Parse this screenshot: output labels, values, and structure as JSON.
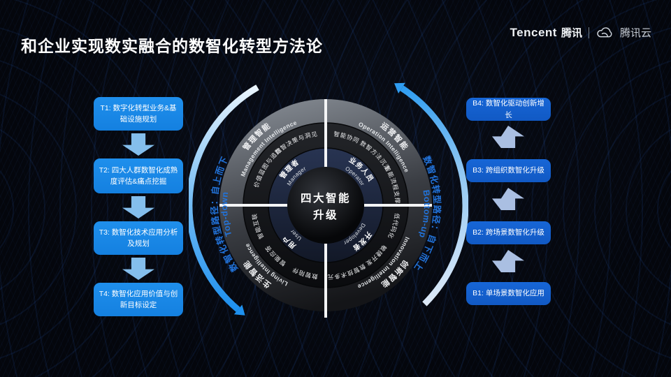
{
  "header": {
    "title": "和企业实现数实融合的数智化转型方法论",
    "logo": {
      "brand_en": "Tencent",
      "brand_zh": "腾讯",
      "cloud_product": "腾讯云"
    }
  },
  "left_flow": {
    "route_zh": "数智化转型路径：自上而下",
    "route_en": "Top-down",
    "steps": [
      "T1: 数字化转型业务&基础设施规划",
      "T2: 四大人群数智化成熟度评估&痛点挖掘",
      "T3: 数智化技术应用分析及规划",
      "T4: 数智化应用价值与创新目标设定"
    ]
  },
  "right_flow": {
    "route_zh": "数智化转型路径：自下而上",
    "route_en": "Bottom-up",
    "steps": [
      "B4: 数智化驱动创新增长",
      "B3: 跨组织数智化升级",
      "B2: 跨场景数智化升级",
      "B1: 单场景数智化应用"
    ]
  },
  "wheel": {
    "center": {
      "line1": "四大智能",
      "line2": "升级"
    },
    "quadrants": [
      {
        "id": "management",
        "zh": "管理智能",
        "en": "Management Intelligence",
        "role_zh": "管理者",
        "role_en": "Manager",
        "items": [
          "价值蓝图与追踪",
          "数智决策与洞见"
        ]
      },
      {
        "id": "operation",
        "zh": "运营智能",
        "en": "Operation Intelligence",
        "role_zh": "业务人员",
        "role_en": "Operator",
        "items": [
          "智能协同",
          "数智方法沉淀",
          "智能流程支撑"
        ]
      },
      {
        "id": "innovation",
        "zh": "创新智能",
        "en": "Innovation Intelligence",
        "role_zh": "开发者",
        "role_en": "Developer",
        "items": [
          "低代码化",
          "敏捷开发",
          "数智技术多元"
        ]
      },
      {
        "id": "living",
        "zh": "生活智能",
        "en": "Living Intelligence",
        "role_zh": "用户",
        "role_en": "User",
        "items": [
          "数智陪伴",
          "智能应答",
          "智能互联"
        ]
      }
    ]
  },
  "colors": {
    "background": "#05070d",
    "tbox_blue": "#1787e6",
    "bbox_blue": "#1460ce",
    "left_arrow_blue": "#84beec",
    "right_arrow_blue": "#aabfe2",
    "route_text_blue": "#2273da",
    "title_white": "#ffffff"
  }
}
